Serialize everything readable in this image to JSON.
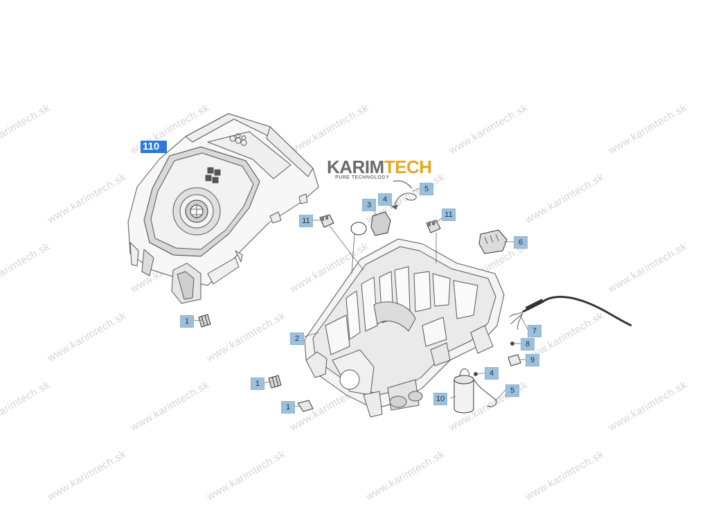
{
  "watermark": {
    "text": "www.karimtech.sk"
  },
  "logo": {
    "name_a": "KARIM",
    "name_b": "TECH",
    "tagline": "PURE TECHNOLOGY"
  },
  "main_label": "110",
  "callouts": [
    {
      "id": "c1a",
      "text": "1"
    },
    {
      "id": "c1b",
      "text": "1"
    },
    {
      "id": "c1c",
      "text": "1"
    },
    {
      "id": "c2",
      "text": "2"
    },
    {
      "id": "c3",
      "text": "3"
    },
    {
      "id": "c4a",
      "text": "4"
    },
    {
      "id": "c4b",
      "text": "4"
    },
    {
      "id": "c5a",
      "text": "5"
    },
    {
      "id": "c5b",
      "text": "5"
    },
    {
      "id": "c6",
      "text": "6"
    },
    {
      "id": "c7",
      "text": "7"
    },
    {
      "id": "c8",
      "text": "8"
    },
    {
      "id": "c9",
      "text": "9"
    },
    {
      "id": "c10",
      "text": "10"
    },
    {
      "id": "c11a",
      "text": "11"
    },
    {
      "id": "c11b",
      "text": "11"
    }
  ],
  "colors": {
    "line": "#555555",
    "tag_bg": "#9cc0dc",
    "main_tag_bg": "#2d7bd6",
    "watermark": "#d4d4d4"
  }
}
